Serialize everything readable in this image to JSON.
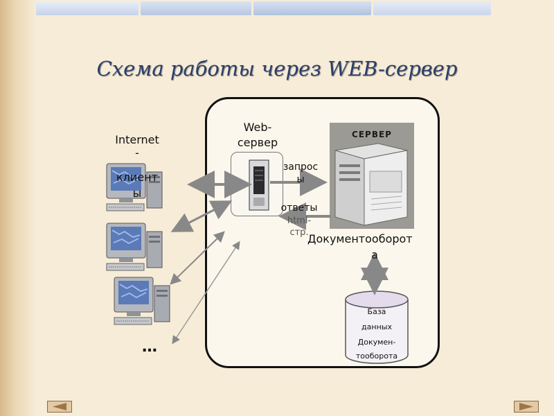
{
  "title": "Схема работы через WEB-сервер",
  "clients_label_lines": [
    "Internet",
    "-",
    "клиент",
    "ы"
  ],
  "web_server_label_lines": [
    "Web-",
    "сервер"
  ],
  "requests_label_lines": [
    "запрос",
    "ы"
  ],
  "responses_label": "ответы",
  "html_label_lines": [
    "html-",
    "стр."
  ],
  "server_box_label": "СЕРВЕР",
  "doc_server_label_lines": [
    "Документооборот",
    "а"
  ],
  "database_label_lines": [
    "База",
    "данных",
    "Докумен-",
    "тооборота"
  ],
  "ellipsis": "…",
  "nav": {
    "prev_icon": "prev-arrow-icon",
    "next_icon": "next-arrow-icon"
  },
  "colors": {
    "title": "#2c3f68",
    "background": "#f6ecd8",
    "frame_border": "#111111",
    "arrow": "#8a8a8a"
  }
}
